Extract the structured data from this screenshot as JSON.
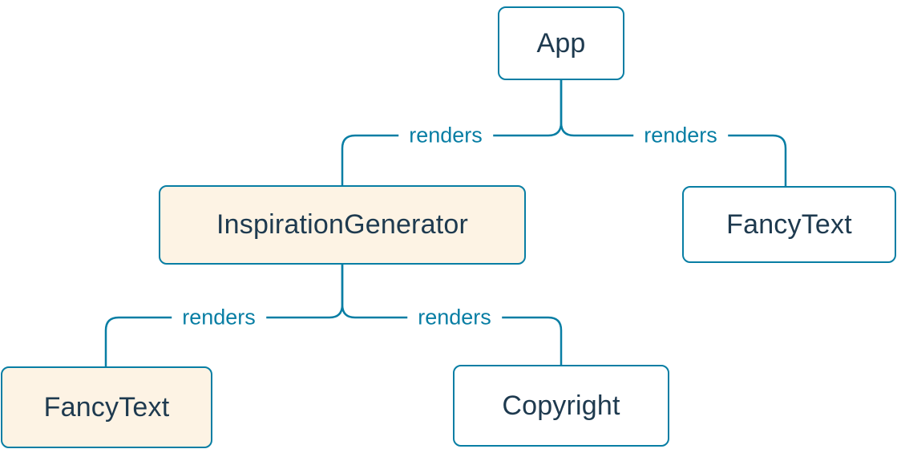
{
  "diagram": {
    "type": "tree",
    "description": "Component render tree",
    "nodes": [
      {
        "id": "app",
        "label": "App",
        "variant": "default"
      },
      {
        "id": "inspiration-generator",
        "label": "InspirationGenerator",
        "variant": "highlighted"
      },
      {
        "id": "fancy-text-top-right",
        "label": "FancyText",
        "variant": "default"
      },
      {
        "id": "fancy-text-bottom-left",
        "label": "FancyText",
        "variant": "highlighted"
      },
      {
        "id": "copyright",
        "label": "Copyright",
        "variant": "default"
      }
    ],
    "edges": [
      {
        "from": "App",
        "to": "InspirationGenerator",
        "label": "renders"
      },
      {
        "from": "App",
        "to": "FancyText",
        "label": "renders"
      },
      {
        "from": "InspirationGenerator",
        "to": "FancyText",
        "label": "renders"
      },
      {
        "from": "InspirationGenerator",
        "to": "Copyright",
        "label": "renders"
      }
    ],
    "colors": {
      "edge": "#087ea4",
      "edge_label": "#087ea4",
      "node_border": "#087ea4",
      "node_text": "#1e3a4f",
      "node_bg_default": "#ffffff",
      "node_bg_highlighted": "#fdf3e4",
      "background": "#ffffff"
    }
  }
}
